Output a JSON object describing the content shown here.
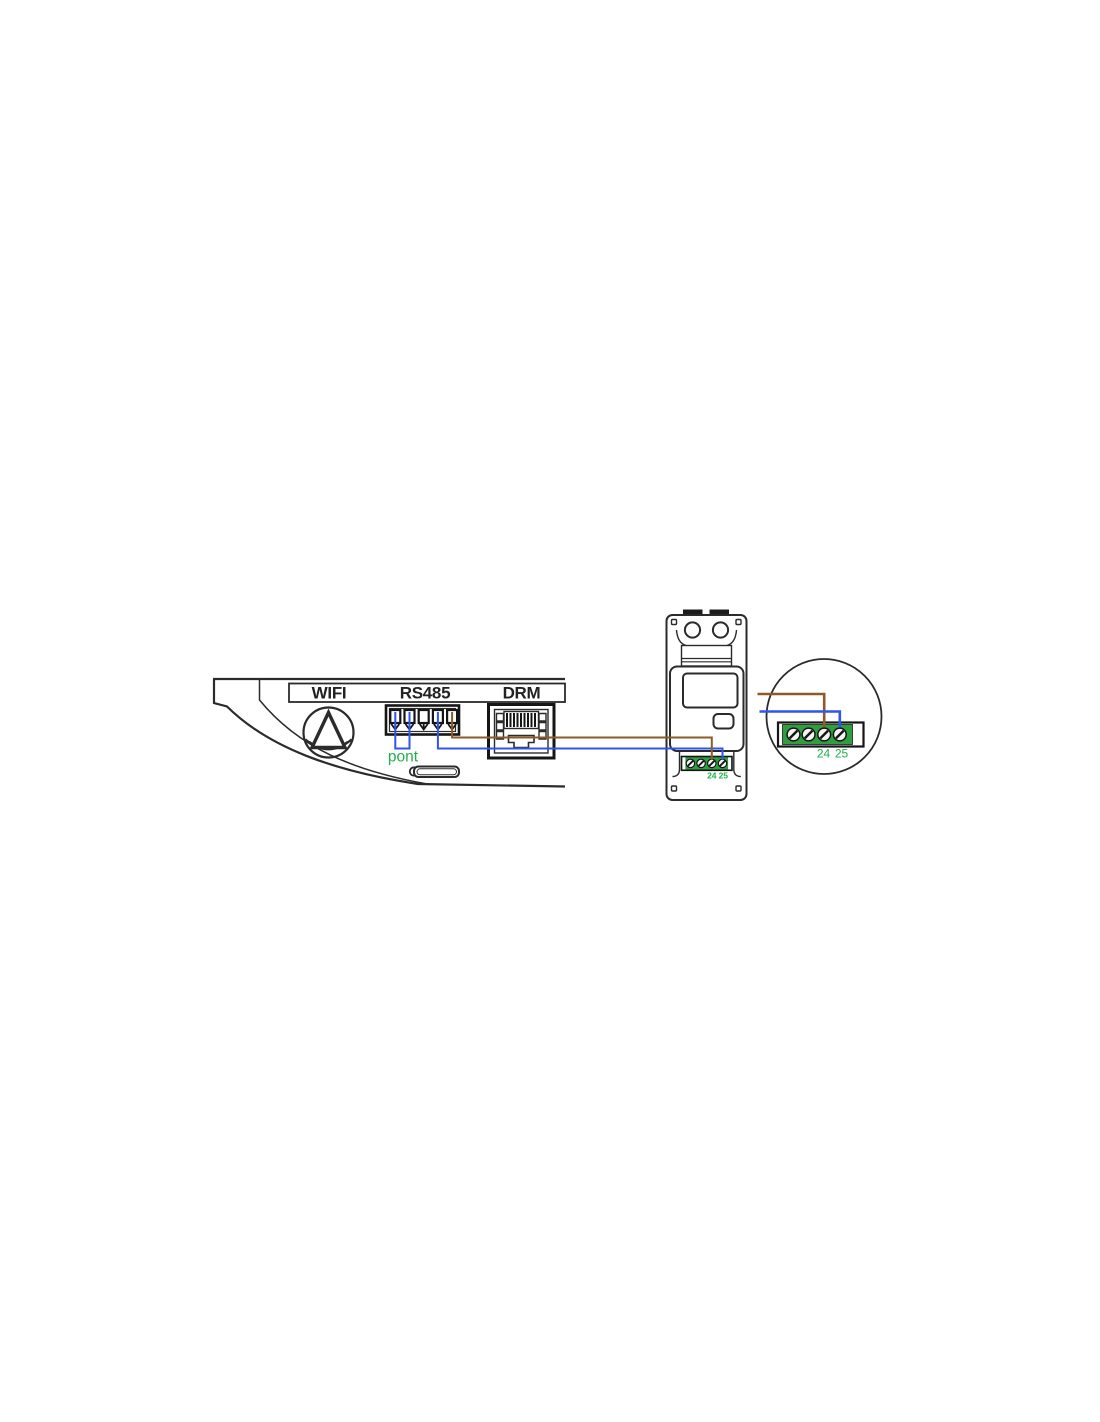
{
  "inverter": {
    "ports": [
      {
        "label": "WIFI"
      },
      {
        "label": "RS485"
      },
      {
        "label": "DRM"
      }
    ],
    "jumper_label": "pont"
  },
  "meter": {
    "terminals": [
      "24",
      "25"
    ]
  },
  "magnifier": {
    "terminals": [
      "24",
      "25"
    ]
  },
  "colors": {
    "outline": "#2b2b2b",
    "dark": "#151515",
    "text_dark": "#222222",
    "wire_blue": "#2f55ee",
    "wire_brown": "#8e5a28",
    "terminal_green": "#2f9e3f",
    "label_green": "#21b14c"
  }
}
